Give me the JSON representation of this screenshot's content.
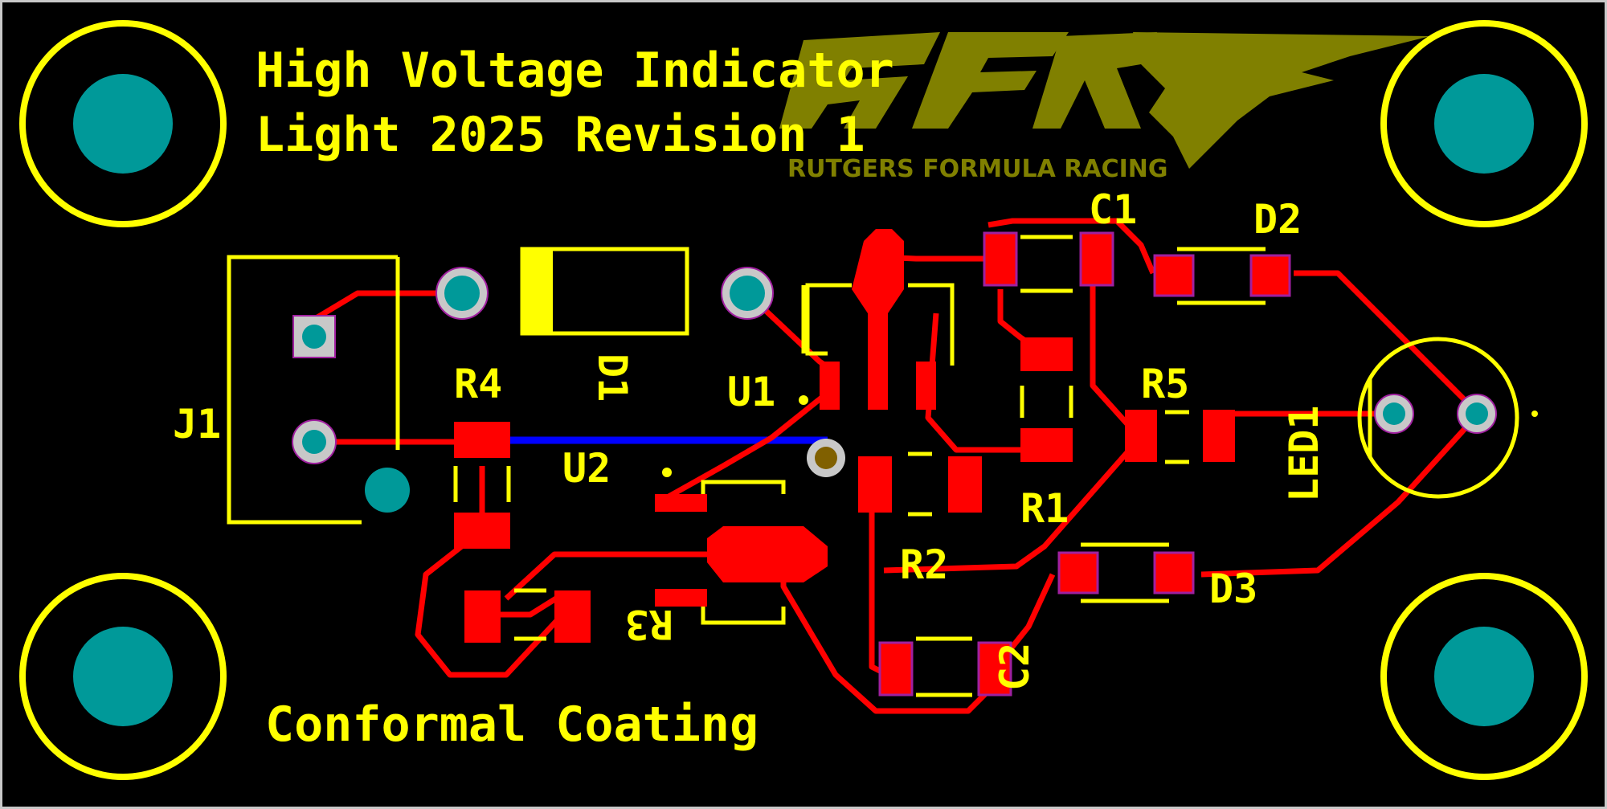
{
  "board": {
    "title_line1": "High Voltage Indicator",
    "title_line2": "Light 2025 Revision 1",
    "bottom_label": "Conformal Coating"
  },
  "logo": {
    "letters": "RFR",
    "tagline": "RUTGERS FORMULA RACING"
  },
  "designators": {
    "j1": "J1",
    "r1": "R1",
    "r2": "R2",
    "r3": "R3",
    "r4": "R4",
    "r5": "R5",
    "c1": "C1",
    "c2": "C2",
    "d1": "D1",
    "d2": "D2",
    "d3": "D3",
    "u1": "U1",
    "u2": "U2",
    "led1": "LED1"
  },
  "colors": {
    "background": "#000000",
    "silkscreen": "#ffff00",
    "copper_top": "#ff0000",
    "copper_bottom": "#0000ff",
    "hole": "#009999",
    "pad_ring": "#c8c8c8",
    "logo": "#808000",
    "frame": "#c8c8c8"
  }
}
